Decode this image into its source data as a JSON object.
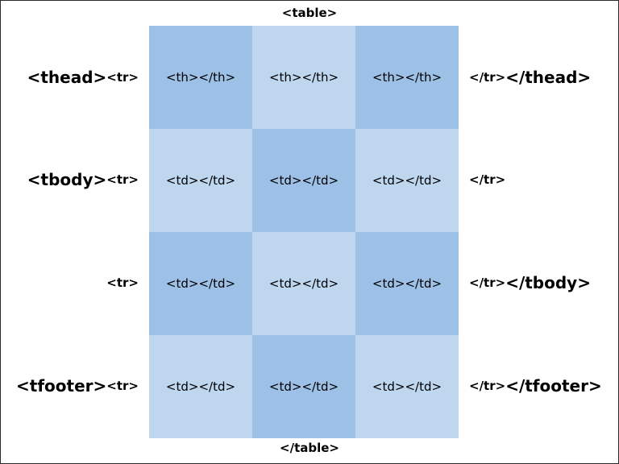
{
  "table_open": "<table>",
  "table_close": "</table>",
  "rows": [
    {
      "section_open": "<thead>",
      "tr_open": "<tr>",
      "tr_close": "</tr>",
      "section_close": "</thead>",
      "cells": [
        "<th></th>",
        "<th></th>",
        "<th></th>"
      ]
    },
    {
      "section_open": "<tbody>",
      "tr_open": "<tr>",
      "tr_close": "</tr>",
      "section_close": "",
      "cells": [
        "<td></td>",
        "<td></td>",
        "<td></td>"
      ]
    },
    {
      "section_open": "",
      "tr_open": "<tr>",
      "tr_close": "</tr>",
      "section_close": "</tbody>",
      "cells": [
        "<td></td>",
        "<td></td>",
        "<td></td>"
      ]
    },
    {
      "section_open": "<tfooter>",
      "tr_open": "<tr>",
      "tr_close": "</tr>",
      "section_close": "</tfooter>",
      "cells": [
        "<td></td>",
        "<td></td>",
        "<td></td>"
      ]
    }
  ],
  "colors": {
    "cell_dark": "#9dc1e6",
    "cell_light": "#bfd6ef"
  }
}
